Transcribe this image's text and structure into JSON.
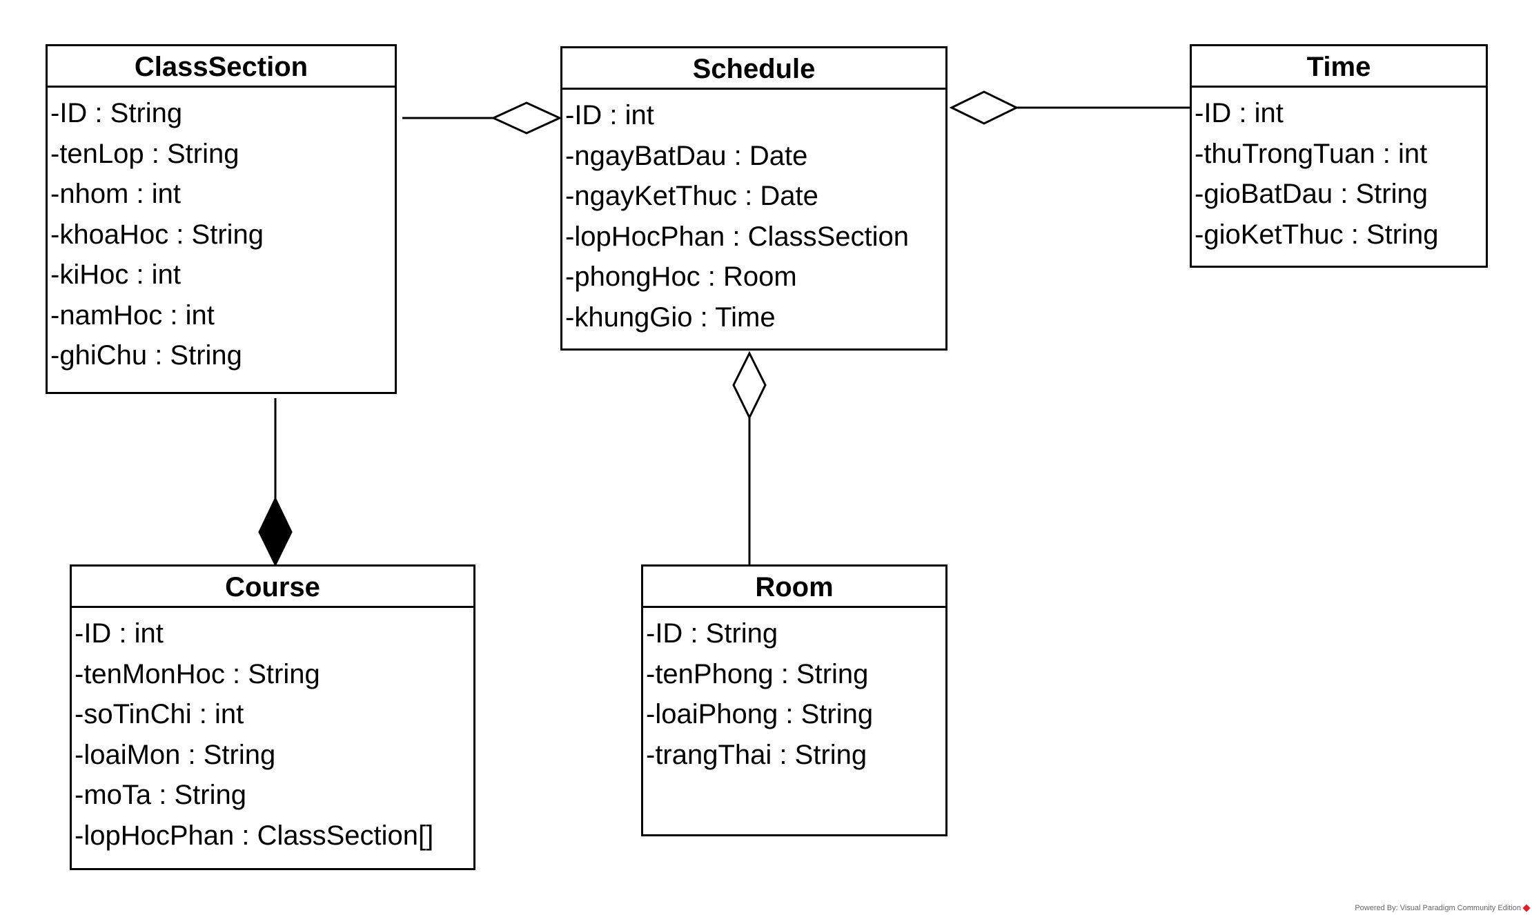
{
  "classes": {
    "classsection": {
      "name": "ClassSection",
      "attributes": [
        "-ID : String",
        "-tenLop : String",
        "-nhom : int",
        "-khoaHoc : String",
        "-kiHoc : int",
        "-namHoc : int",
        "-ghiChu : String"
      ]
    },
    "schedule": {
      "name": "Schedule",
      "attributes": [
        "-ID : int",
        "-ngayBatDau : Date",
        "-ngayKetThuc : Date",
        "-lopHocPhan : ClassSection",
        "-phongHoc : Room",
        "-khungGio : Time"
      ]
    },
    "time": {
      "name": "Time",
      "attributes": [
        "-ID : int",
        "-thuTrongTuan : int",
        "-gioBatDau : String",
        "-gioKetThuc : String"
      ]
    },
    "course": {
      "name": "Course",
      "attributes": [
        "-ID : int",
        "-tenMonHoc : String",
        "-soTinChi : int",
        "-loaiMon : String",
        "-moTa : String",
        "-lopHocPhan : ClassSection[]"
      ]
    },
    "room": {
      "name": "Room",
      "attributes": [
        "-ID : String",
        "-tenPhong : String",
        "-loaiPhong : String",
        "-trangThai : String"
      ]
    }
  },
  "relationships": [
    {
      "from": "ClassSection",
      "to": "Schedule",
      "kind": "aggregation",
      "diamond_at": "Schedule"
    },
    {
      "from": "Time",
      "to": "Schedule",
      "kind": "aggregation",
      "diamond_at": "Schedule"
    },
    {
      "from": "Room",
      "to": "Schedule",
      "kind": "aggregation",
      "diamond_at": "Schedule"
    },
    {
      "from": "ClassSection",
      "to": "Course",
      "kind": "composition",
      "diamond_at": "Course"
    }
  ],
  "watermark": "Powered By: Visual Paradigm Community Edition"
}
